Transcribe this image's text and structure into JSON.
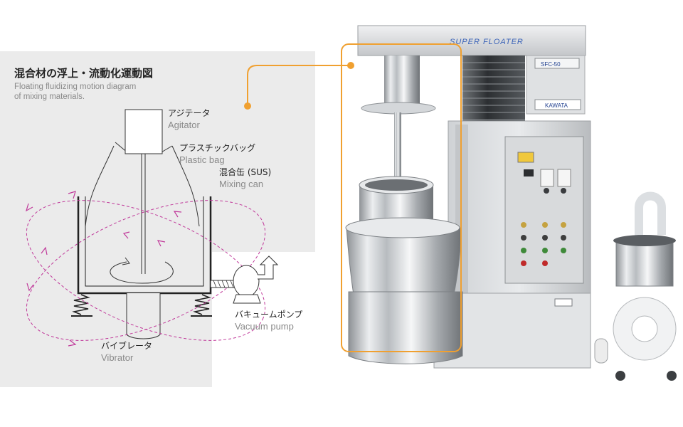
{
  "diagram": {
    "title_jp": "混合材の浮上・流動化運動図",
    "subtitle_line1": "Floating fluidizing motion diagram",
    "subtitle_line2": "of mixing materials.",
    "labels": {
      "agitator_jp": "アジテータ",
      "agitator_en": "Agitator",
      "plastic_bag_jp": "プラスチックバッグ",
      "plastic_bag_en": "Plastic bag",
      "mixing_can_jp": "混合缶 (SUS)",
      "mixing_can_en": "Mixing can",
      "vacuum_pump_jp": "バキュームポンプ",
      "vacuum_pump_en": "Vacuum pump",
      "vibrator_jp": "バイブレータ",
      "vibrator_en": "Vibrator"
    },
    "colors": {
      "panel_bg": "#ebebeb",
      "highlight_orange": "#f0a030",
      "flow_path": "#c0399a"
    }
  },
  "machine": {
    "brand_plate": "SUPER FLOATER",
    "model_plate": "SFC-50",
    "maker_plate": "KAWATA"
  }
}
